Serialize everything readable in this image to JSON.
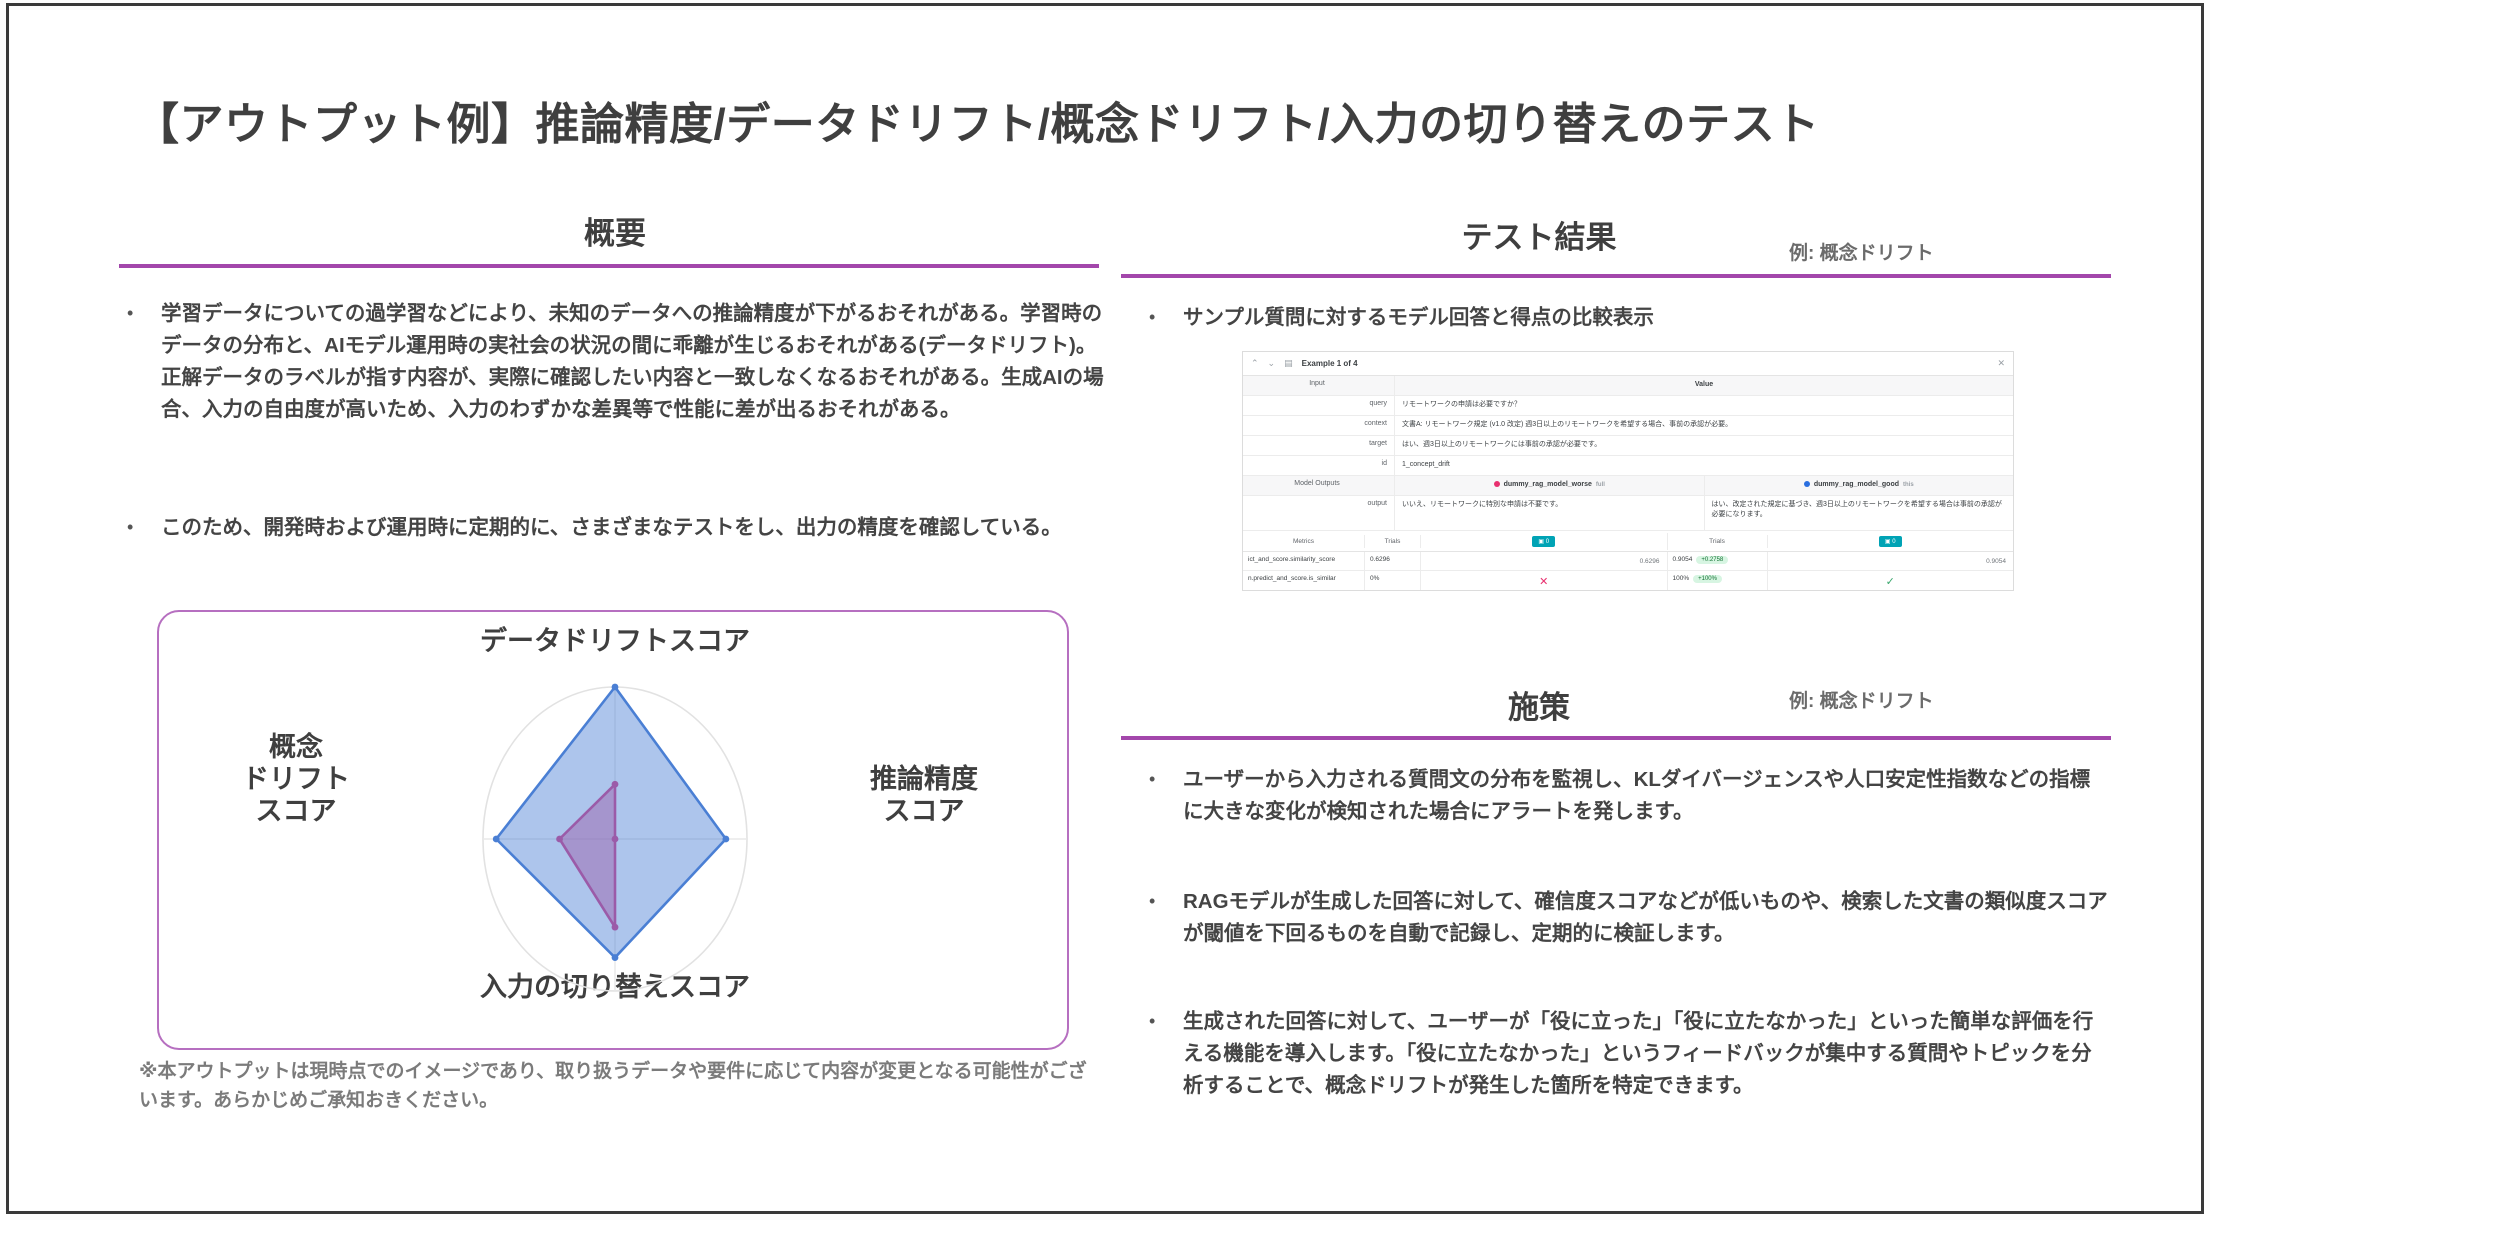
{
  "title": "【アウトプット例】推論精度/データドリフト/概念ドリフト/入力の切り替えのテスト",
  "left": {
    "heading": "概要",
    "bullets": [
      "学習データについての過学習などにより、未知のデータへの推論精度が下がるおそれがある。学習時のデータの分布と、AIモデル運用時の実社会の状況の間に乖離が生じるおそれがある(データドリフト)。正解データのラベルが指す内容が、実際に確認したい内容と一致しなくなるおそれがある。生成AIの場合、入力の自由度が高いため、入力のわずかな差異等で性能に差が出るおそれがある。",
      "このため、開発時および運用時に定期的に、さまざまなテストをし、出力の精度を確認している。"
    ],
    "footnote": "※本アウトプットは現時点でのイメージであり、取り扱うデータや要件に応じて内容が変更となる可能性がございます。あらかじめご承知おきください。"
  },
  "chart_data": {
    "type": "radar",
    "title": "",
    "categories": [
      "データドリフトスコア",
      "推論精度スコア",
      "入力の切り替えスコア",
      "概念ドリフトスコア"
    ],
    "rlim": [
      0,
      1
    ],
    "grid": true,
    "legend": "none",
    "series": [
      {
        "name": "good",
        "color": "#4a7fd4",
        "values": [
          1.0,
          0.84,
          0.78,
          0.9
        ]
      },
      {
        "name": "worse",
        "color": "#9b5ba8",
        "values": [
          0.36,
          0.0,
          0.58,
          0.42
        ]
      }
    ]
  },
  "right": {
    "test": {
      "heading": "テスト結果",
      "note": "例:  概念ドリフト",
      "bullet": "サンプル質問に対するモデル回答と得点の比較表示"
    },
    "measures": {
      "heading": "施策",
      "note": "例:  概念ドリフト",
      "bullets": [
        "ユーザーから入力される質問文の分布を監視し、KLダイバージェンスや人口安定性指数などの指標に大きな変化が検知された場合にアラートを発します。",
        "RAGモデルが生成した回答に対して、確信度スコアなどが低いものや、検索した文書の類似度スコアが閾値を下回るものを自動で記録し、定期的に検証します。",
        "生成された回答に対して、ユーザーが「役に立った」「役に立たなかった」といった簡単な評価を行える機能を導入します。「役に立たなかった」というフィードバックが集中する質問やトピックを分析することで、概念ドリフトが発生した箇所を特定できます。"
      ]
    }
  },
  "screenshot": {
    "titlebar": {
      "title": "Example 1 of 4",
      "close": "✕",
      "up": "⌃",
      "down": "⌄",
      "copy": "▤"
    },
    "header": {
      "input": "Input",
      "value": "Value"
    },
    "rows": [
      {
        "label": "query",
        "value": "リモートワークの申請は必要ですか？"
      },
      {
        "label": "context",
        "value": "文書A: リモートワーク規定 (v1.0 改定) 週3日以上のリモートワークを希望する場合、事前の承認が必要。"
      },
      {
        "label": "target",
        "value": "はい、週3日以上のリモートワークには事前の承認が必要です。"
      },
      {
        "label": "id",
        "value": "1_concept_drift"
      }
    ],
    "model_outputs_label": "Model Outputs",
    "models": [
      {
        "name": "dummy_rag_model_worse",
        "tag": "full",
        "color": "#e8306f"
      },
      {
        "name": "dummy_rag_model_good",
        "tag": "this",
        "color": "#2a6fe0"
      }
    ],
    "output_label": "output",
    "outputs": [
      "いいえ、リモートワークに特別な申請は不要です。",
      "はい、改定された規定に基づき、週3日以上のリモートワークを希望する場合は事前の承認が必要になります。"
    ],
    "metrics_header": {
      "metrics": "Metrics",
      "trials": "Trials",
      "chip": "▣ 0"
    },
    "metrics": [
      {
        "name": "ict_and_score.similarity_score",
        "trials_a": "0.6296",
        "val_a": "0.6296",
        "mark_a": "",
        "trials_b": "0.9054",
        "delta_b": "+0.2758",
        "val_b": "0.9054",
        "mark_b": ""
      },
      {
        "name": "n.predict_and_score.is_similar",
        "trials_a": "0%",
        "val_a": "",
        "mark_a": "✕",
        "trials_b": "100%",
        "delta_b": "+100%",
        "val_b": "",
        "mark_b": "✓"
      }
    ]
  },
  "colors": {
    "accent": "#a347ab",
    "card_border": "#b66fc0",
    "series_good": "#4a7fd4",
    "series_worse": "#9b5ba8"
  }
}
